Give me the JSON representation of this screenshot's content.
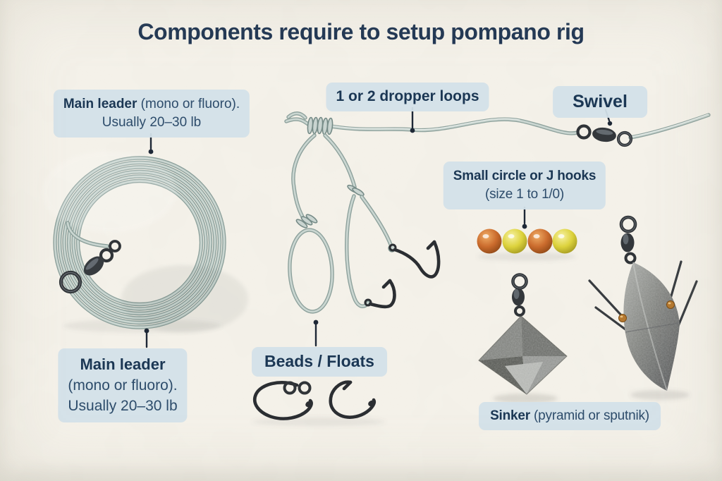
{
  "title": "Components require to setup pompano rig",
  "labels": {
    "leader_top": {
      "bold": "Main leader",
      "regular": " (mono or fluoro).",
      "line2": "Usually 20–30 lb"
    },
    "dropper_loops": "1 or 2 dropper loops",
    "swivel": "Swivel",
    "hooks": {
      "bold": "Small circle or J hooks",
      "line2": "(size 1 to 1/0)"
    },
    "leader_bottom": {
      "bold": "Main leader",
      "line2": "(mono or fluoro).",
      "line3": "Usually 20–30 lb"
    },
    "beads_floats": "Beads / Floats",
    "sinker": {
      "bold": "Sinker",
      "regular": " (pyramid or sputnik)"
    }
  },
  "colors": {
    "background": "#f5f2ea",
    "label_box": "#d3e0e9",
    "title_text": "#1f3552",
    "label_text": "#2d4c6b",
    "label_text_bold": "#1b3754",
    "pointer": "#1e2836",
    "leader_line": "#8ca09b",
    "leader_line_light": "#cad6d1",
    "hook_metal": "#2b2e32",
    "sinker_gray": "#87898a",
    "wire_metal": "#383c40"
  },
  "beads": {
    "sequence": [
      "orange",
      "yellow",
      "orange",
      "yellow"
    ],
    "orange": {
      "light": "#f0ad66",
      "mid": "#ca6b2d",
      "dark": "#8c4716"
    },
    "yellow": {
      "light": "#f7f1a2",
      "mid": "#dcd23c",
      "dark": "#a0961f"
    }
  },
  "illustrations": {
    "coil": "main-leader-line-coil-with-barrel-swivel",
    "rig": "dropper-loop-rig-with-two-hooks",
    "line_swivel": "barrel-swivel-on-main-line",
    "beads": "four-rig-beads",
    "pyramid_sinker": "pyramid-sinker-with-swivel",
    "sputnik_sinker": "sputnik-sinker-with-wire-legs",
    "small_hooks": "two-small-circle-hooks"
  }
}
